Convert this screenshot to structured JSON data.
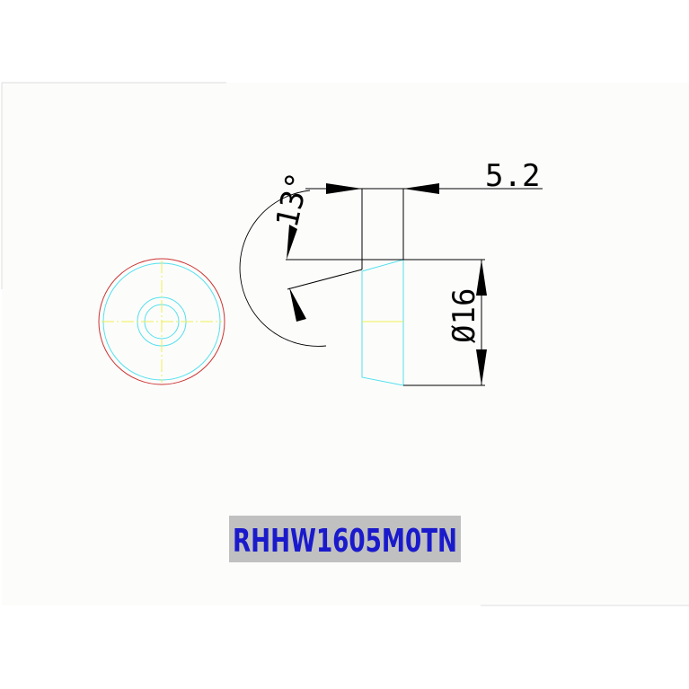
{
  "drawing": {
    "part_code": "RHHW1605M0TN",
    "dim_width": "5.2",
    "dim_angle": "13°",
    "dim_diameter": "Ø16"
  },
  "colors": {
    "background": "#ffffff",
    "sheet": "#fcfdfb",
    "outline_red": "#cc3333",
    "profile_cyan": "#55e0ee",
    "centerline_yellow": "#eeee55",
    "dimension_black": "#000000",
    "label_text": "#1a1acc",
    "label_bg": "#c0c0c0"
  },
  "icons": {
    "arrow": "filled-triangle"
  }
}
